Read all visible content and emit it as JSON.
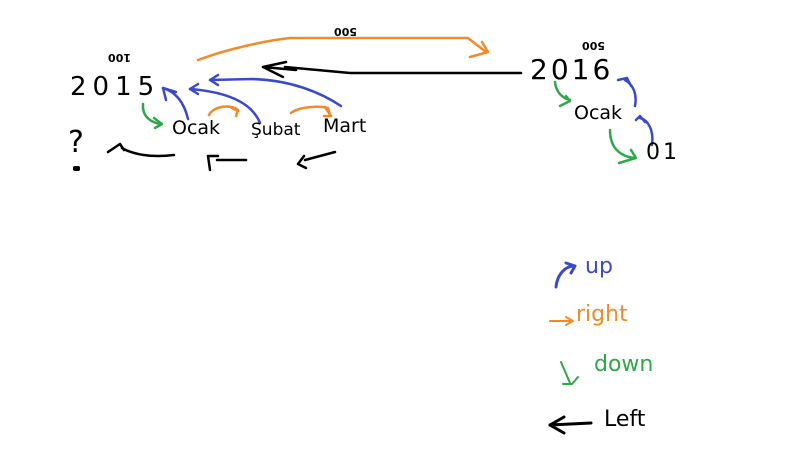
{
  "colors": {
    "up": "#3b4bc8",
    "right": "#f08a2a",
    "down": "#2ea84a",
    "left": "#000000",
    "text": "#000000"
  },
  "nodes": {
    "year_2015": "2015",
    "year_2015_count": "100",
    "ocak_2015": "Ocak",
    "subat": "Şubat",
    "mart": "Mart",
    "question": "?",
    "year_2016": "2016",
    "year_2016_count": "500",
    "ocak_2016": "Ocak",
    "day_01": "01",
    "top_arrow_label": "500"
  },
  "legend": [
    {
      "key": "up",
      "label": "up",
      "icon": "curved-up-arrow"
    },
    {
      "key": "right",
      "label": "right",
      "icon": "right-arrow"
    },
    {
      "key": "down",
      "label": "down",
      "icon": "curved-down-arrow"
    },
    {
      "key": "left",
      "label": "Left",
      "icon": "left-arrow"
    }
  ]
}
